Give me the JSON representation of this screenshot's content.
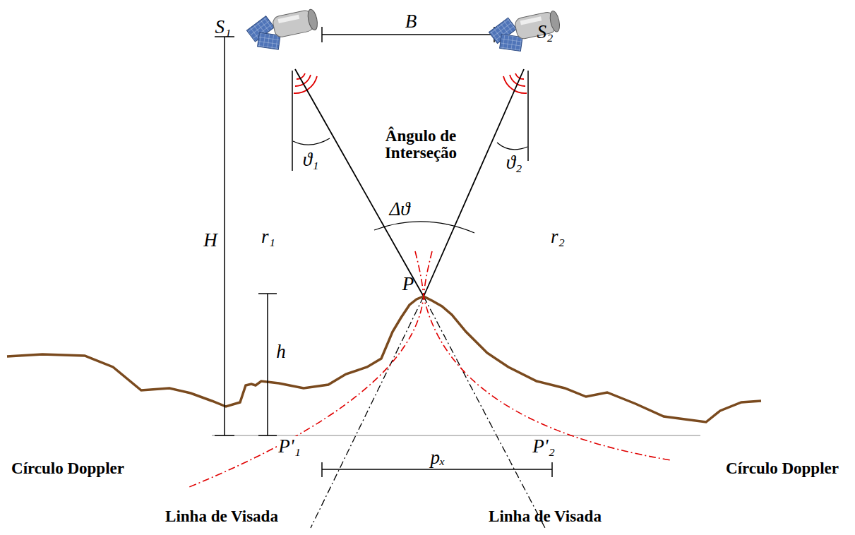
{
  "diagram": {
    "labels": [
      "B",
      "S₁",
      "S₂",
      "ϑ₁",
      "ϑ₂",
      "Ângulo de Interseção",
      "r₁",
      "r₂",
      "Δϑ",
      "H",
      "P",
      "h",
      "P'₁",
      "P'₂",
      "pₓ",
      "Círculo Doppler",
      "Círculo Doppler",
      "Linha de Visada",
      "Linha de Visada"
    ]
  }
}
